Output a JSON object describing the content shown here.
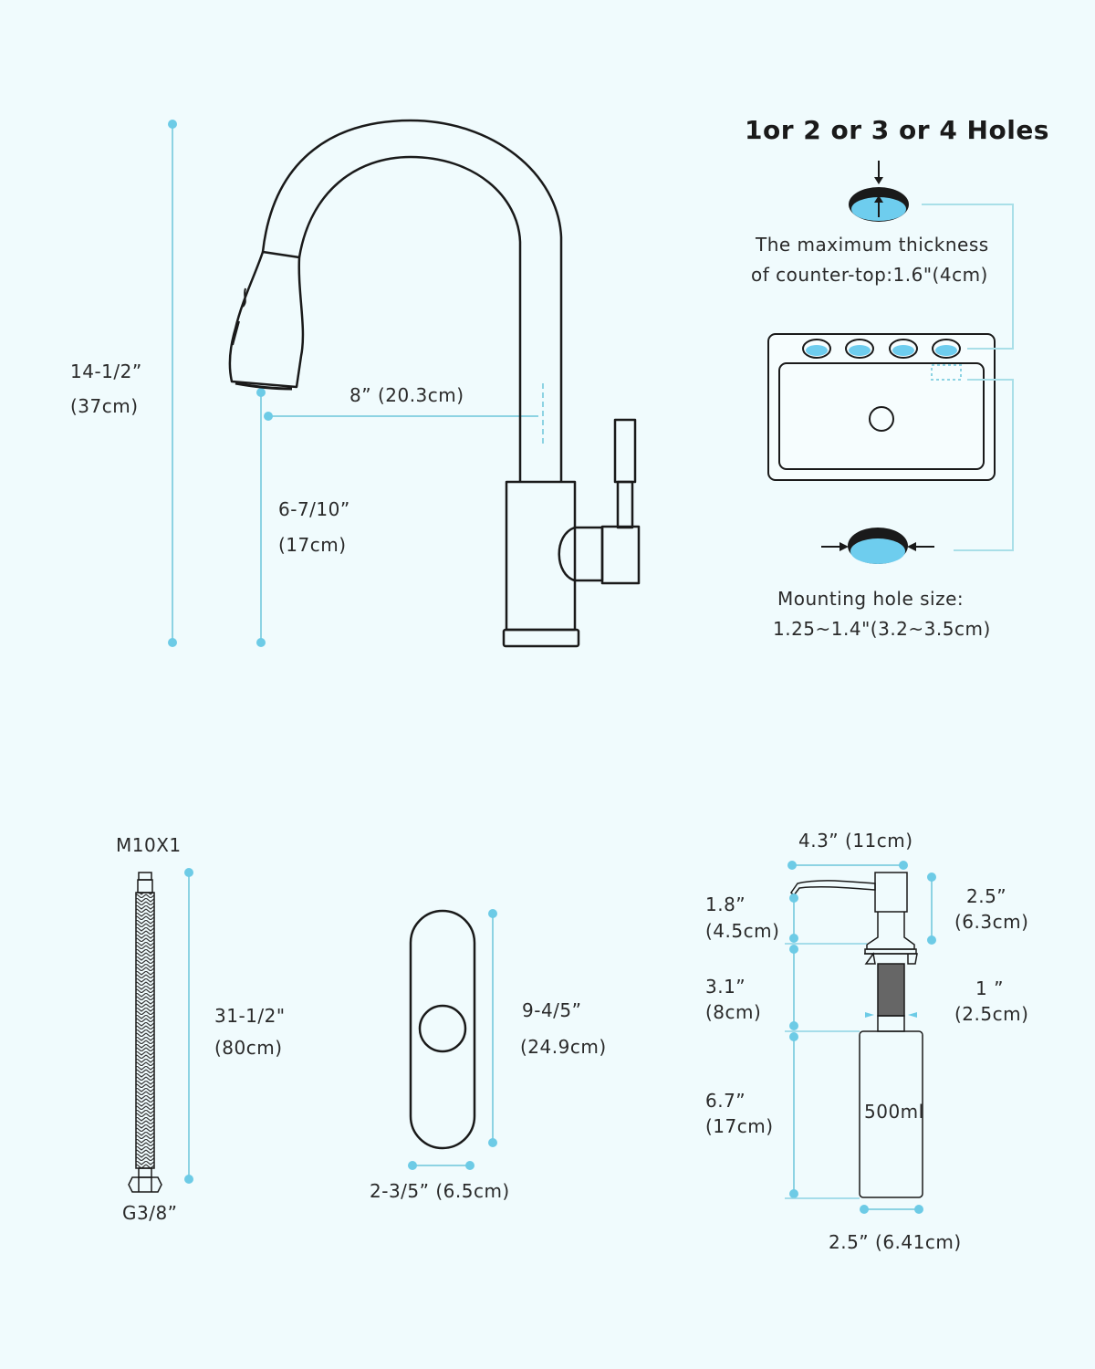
{
  "colors": {
    "background": "#f0fbfd",
    "dimension_line": "#8dd3e3",
    "dimension_dot": "#6dcbe6",
    "hole_fill": "#6ecdee",
    "outline": "#1a1a1a"
  },
  "faucet": {
    "total_height": {
      "inch": "14-1/2”",
      "cm": "(37cm)"
    },
    "spout_reach": {
      "label": "8”  (20.3cm)"
    },
    "spout_clearance": {
      "inch": "6-7/10”",
      "cm": "(17cm)"
    }
  },
  "sink": {
    "title": "1or 2 or 3 or 4 Holes",
    "thickness_line1": "The maximum thickness",
    "thickness_line2": "of counter-top:1.6\"(4cm)",
    "hole_count": 4,
    "hole_size_line1": "Mounting hole size:",
    "hole_size_line2": "1.25~1.4\"(3.2~3.5cm)"
  },
  "hose": {
    "top_thread": "M10X1",
    "length_inch": "31-1/2\"",
    "length_cm": "(80cm)",
    "bottom_thread": "G3/8”"
  },
  "deck_plate": {
    "height_inch": "9-4/5”",
    "height_cm": "(24.9cm)",
    "width": "2-3/5”  (6.5cm)"
  },
  "soap_dispenser": {
    "pump_length": "4.3”   (11cm)",
    "spout_height_inch": "1.8”",
    "spout_height_cm": "(4.5cm)",
    "head_height_inch": "2.5”",
    "head_height_cm": "(6.3cm)",
    "shank_length_inch": "3.1”",
    "shank_length_cm": "(8cm)",
    "shank_diameter_inch": "1 ”",
    "shank_diameter_cm": "(2.5cm)",
    "bottle_height_inch": "6.7”",
    "bottle_height_cm": "(17cm)",
    "bottle_capacity": "500ml",
    "bottle_width": "2.5”   (6.41cm)"
  }
}
